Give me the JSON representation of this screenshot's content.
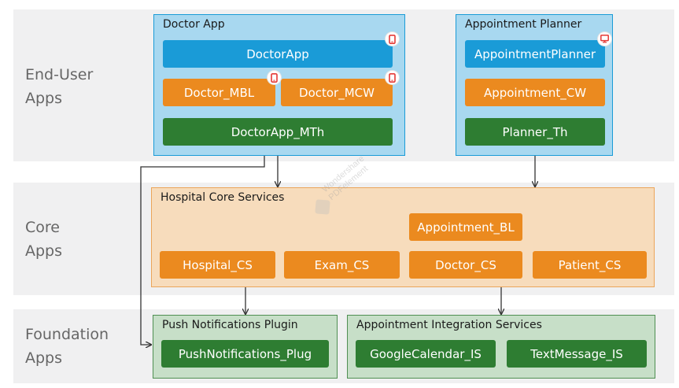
{
  "layers": {
    "end_user": "End-User\nApps",
    "core": "Core\nApps",
    "foundation": "Foundation\nApps"
  },
  "groups": {
    "doctor_app": {
      "title": "Doctor App",
      "modules": {
        "doctor_app": "DoctorApp",
        "doctor_mbl": "Doctor_MBL",
        "doctor_mcw": "Doctor_MCW",
        "doctor_app_mth": "DoctorApp_MTh"
      }
    },
    "appointment_planner": {
      "title": "Appointment Planner",
      "modules": {
        "appointment_planner": "AppointmentPlanner",
        "appointment_cw": "Appointment_CW",
        "planner_th": "Planner_Th"
      }
    },
    "hospital_core": {
      "title": "Hospital Core Services",
      "modules": {
        "appointment_bl": "Appointment_BL",
        "hospital_cs": "Hospital_CS",
        "exam_cs": "Exam_CS",
        "doctor_cs": "Doctor_CS",
        "patient_cs": "Patient_CS"
      }
    },
    "push_plugin": {
      "title": "Push Notifications Plugin",
      "modules": {
        "push_plug": "PushNotifications_Plug"
      }
    },
    "appointment_integration": {
      "title": "Appointment Integration Services",
      "modules": {
        "google_calendar": "GoogleCalendar_IS",
        "text_message": "TextMessage_IS"
      }
    }
  },
  "icons": {
    "mobile": "mobile-phone-icon",
    "desktop": "desktop-monitor-icon"
  },
  "colors": {
    "end_user_group_fill": "#a8d8f0",
    "end_user_group_border": "#1a9bd7",
    "core_group_fill": "#f7dcbc",
    "core_group_border": "#eba55a",
    "foundation_group_fill": "#c7dfc8",
    "foundation_group_border": "#4f8f52",
    "screen_module": "#1a9bd7",
    "core_module": "#eb8a1f",
    "theme_integration_module": "#2e7d32",
    "badge_icon": "#e53935"
  },
  "watermark": {
    "line1": "Wondershare",
    "line2": "PDFelement"
  }
}
